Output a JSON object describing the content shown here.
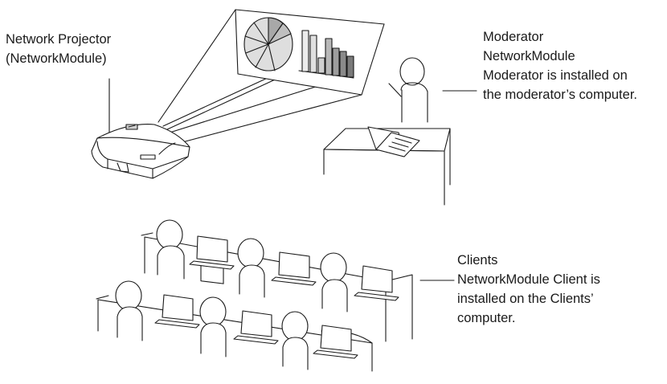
{
  "projector": {
    "title": "Network Projector",
    "subtitle": "(NetworkModule)"
  },
  "moderator": {
    "title": "Moderator",
    "lines": [
      "NetworkModule",
      "Moderator is installed on",
      "the moderator’s computer."
    ]
  },
  "clients": {
    "title": "Clients",
    "lines": [
      "NetworkModule Client is",
      "installed on the Clients’",
      "computer."
    ]
  },
  "colors": {
    "line": "#1a1a1a",
    "text": "#1a1a1a",
    "chart_light": "#d9d9d9",
    "chart_mid": "#a8a8a8",
    "chart_dark": "#808080"
  }
}
